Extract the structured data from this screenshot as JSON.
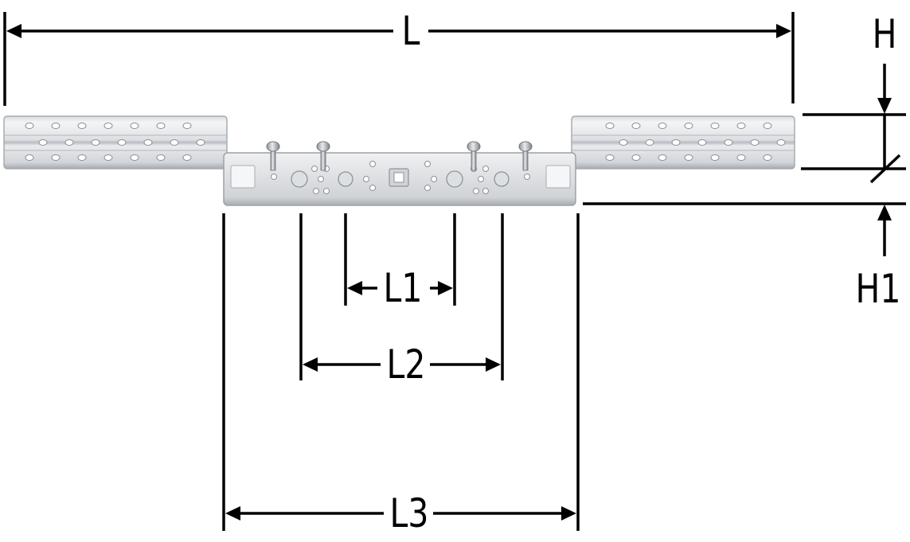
{
  "labels": {
    "L": "L",
    "L1": "L1",
    "L2": "L2",
    "L3": "L3",
    "H": "H",
    "H1": "H1"
  },
  "colors": {
    "metal_light": "#e6e8ea",
    "metal_mid": "#c6c9cd",
    "metal_dark": "#9a9ea3",
    "hole": "#ffffff",
    "line": "#000000"
  }
}
